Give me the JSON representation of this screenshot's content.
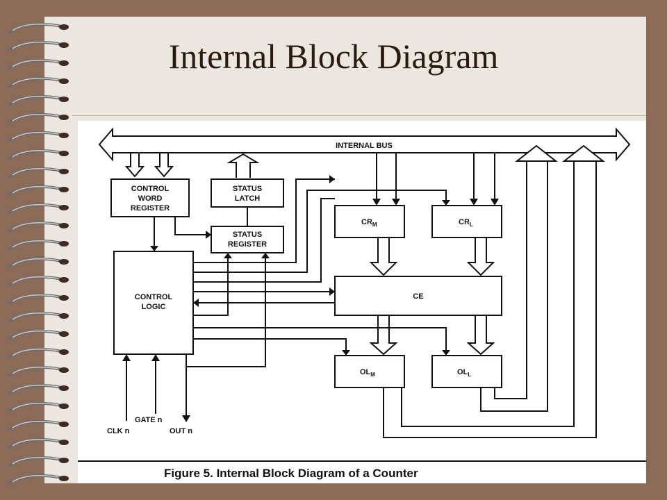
{
  "slide": {
    "title": "Internal Block Diagram"
  },
  "diagram": {
    "bus_label": "INTERNAL BUS",
    "blocks": {
      "control_word_register": [
        "CONTROL",
        "WORD",
        "REGISTER"
      ],
      "status_latch": [
        "STATUS",
        "LATCH"
      ],
      "status_register": [
        "STATUS",
        "REGISTER"
      ],
      "control_logic": [
        "CONTROL",
        "LOGIC"
      ],
      "cr_m": {
        "base": "CR",
        "sub": "M"
      },
      "cr_l": {
        "base": "CR",
        "sub": "L"
      },
      "ce": "CE",
      "ol_m": {
        "base": "OL",
        "sub": "M"
      },
      "ol_l": {
        "base": "OL",
        "sub": "L"
      }
    },
    "signals": {
      "gate": "GATE n",
      "clk": "CLK n",
      "out": "OUT n"
    },
    "caption": "Figure 5. Internal Block Diagram of a Counter"
  }
}
